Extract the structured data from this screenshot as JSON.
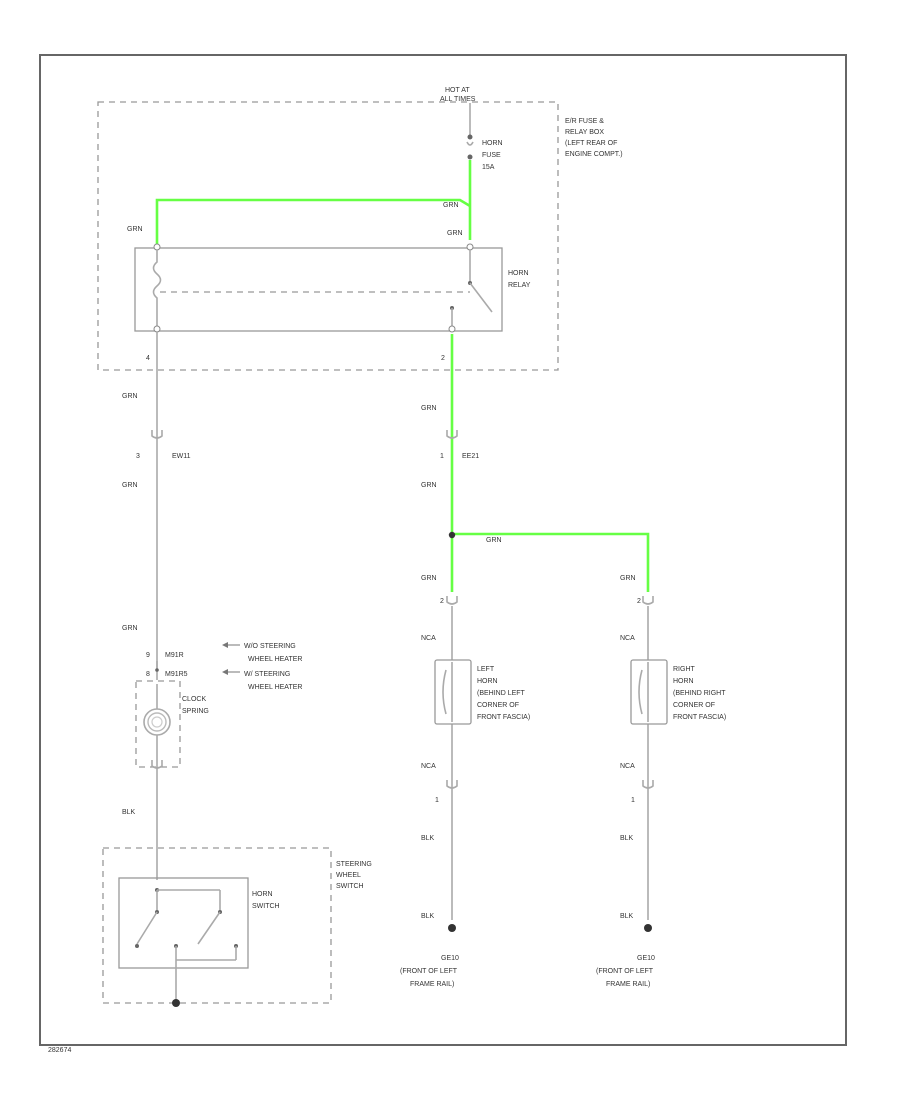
{
  "colors": {
    "hot_wire": "#66ff44",
    "wire": "#aaaaaa",
    "frame": "#666666",
    "text": "#333333"
  },
  "power": {
    "source_l1": "HOT AT",
    "source_l2": "ALL TIMES"
  },
  "fuse_box": {
    "l1": "E/R FUSE &",
    "l2": "RELAY BOX",
    "l3": "(LEFT REAR OF",
    "l4": "ENGINE COMPT.)"
  },
  "fuse": {
    "l1": "HORN",
    "l2": "FUSE",
    "l3": "15A"
  },
  "relay": {
    "l1": "HORN",
    "l2": "RELAY"
  },
  "wires": {
    "grn_top": "GRN",
    "grn_mid": "GRN",
    "grn_branch": "GRN",
    "grn_left_top": "GRN",
    "grn_left_mid": "GRN",
    "grn_a": "GRN",
    "grn_b": "GRN",
    "grn_c": "GRN",
    "grn_d": "GRN",
    "grn_e": "GRN",
    "nca_1": "NCA",
    "nca_2": "NCA",
    "nca_3": "NCA",
    "nca_4": "NCA",
    "blk_1": "BLK",
    "blk_2": "BLK",
    "blk_3": "BLK",
    "blk_4": "BLK",
    "blk_5": "BLK"
  },
  "pins": {
    "relay_left": "4",
    "relay_right": "2",
    "ew1_pin": "3",
    "ew1_name": "EW11",
    "ee21_pin": "1",
    "ee21_name": "EE21",
    "left_horn_top": "2",
    "right_horn_top": "2",
    "left_horn_bottom": "1",
    "right_horn_bottom": "1",
    "clock_a": "9",
    "clock_a_name": "M91R",
    "clock_b": "8",
    "clock_b_name": "M91R5"
  },
  "notes": {
    "l1": "W/O STEERING",
    "l2": "WHEEL HEATER",
    "l3": "W/ STEERING",
    "l4": "WHEEL HEATER"
  },
  "clock_spring": {
    "l1": "CLOCK",
    "l2": "SPRING"
  },
  "left_horn": {
    "l1": "LEFT",
    "l2": "HORN",
    "l3": "(BEHIND LEFT",
    "l4": "CORNER OF",
    "l5": "FRONT FASCIA)"
  },
  "right_horn": {
    "l1": "RIGHT",
    "l2": "HORN",
    "l3": "(BEHIND RIGHT",
    "l4": "CORNER OF",
    "l5": "FRONT FASCIA)"
  },
  "steering_switch": {
    "l1": "STEERING",
    "l2": "WHEEL",
    "l3": "SWITCH"
  },
  "horn_switch": {
    "l1": "HORN",
    "l2": "SWITCH"
  },
  "ground_left": {
    "l1": "GE10",
    "l2": "(FRONT OF LEFT",
    "l3": "FRAME RAIL)"
  },
  "ground_right": {
    "l1": "GE10",
    "l2": "(FRONT OF LEFT",
    "l3": "FRAME RAIL)"
  },
  "diagram_id": "282674"
}
